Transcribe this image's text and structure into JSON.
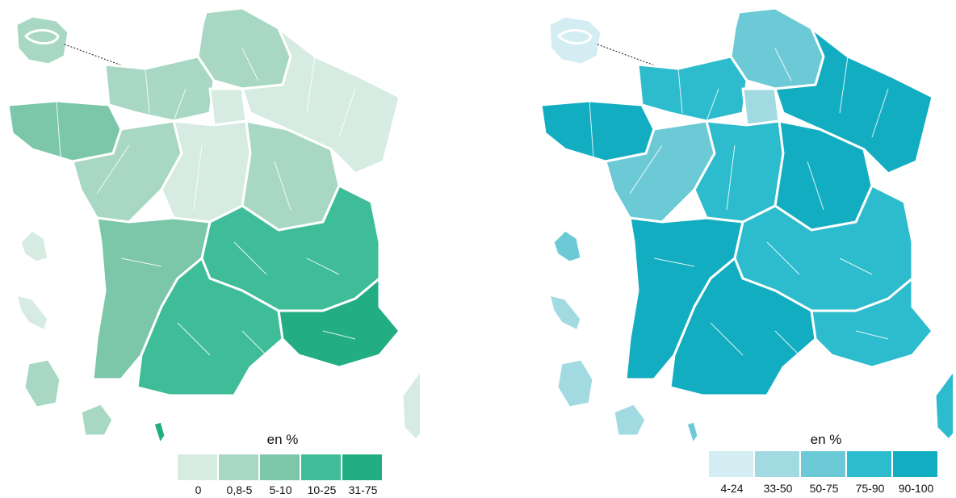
{
  "maps": [
    {
      "legend": {
        "title": "en %",
        "classes": [
          {
            "label": "0",
            "color": "#d6ece2"
          },
          {
            "label": "0,8-5",
            "color": "#a8d8c4"
          },
          {
            "label": "5-10",
            "color": "#7cc7aa"
          },
          {
            "label": "10-25",
            "color": "#3fbd98"
          },
          {
            "label": "31-75",
            "color": "#23ad82"
          }
        ]
      }
    },
    {
      "legend": {
        "title": "en %",
        "classes": [
          {
            "label": "4-24",
            "color": "#d3edf2"
          },
          {
            "label": "33-50",
            "color": "#a2dae2"
          },
          {
            "label": "50-75",
            "color": "#6ccad6"
          },
          {
            "label": "75-90",
            "color": "#2dbccd"
          },
          {
            "label": "90-100",
            "color": "#13adc1"
          }
        ]
      }
    }
  ]
}
